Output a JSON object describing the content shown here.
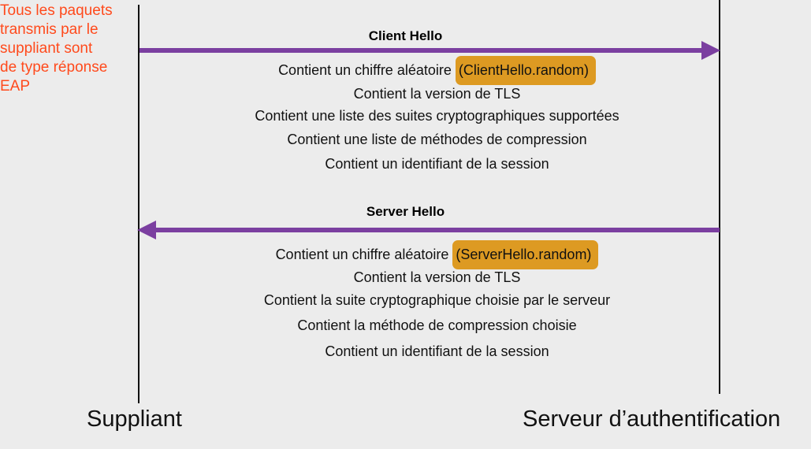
{
  "note": "Tous les paquets\ntransmis par le\nsuppliant sont\nde type réponse\nEAP",
  "parties": {
    "left": "Suppliant",
    "right": "Serveur d’authentification"
  },
  "client_hello": {
    "title": "Client Hello",
    "random_prefix": "Contient un chiffre aléatoire ",
    "random_field": "(ClientHello.random)",
    "lines": [
      "Contient la version de TLS",
      "Contient une liste des suites cryptographiques supportées",
      "Contient une liste de méthodes de compression",
      "Contient un identifiant de la session"
    ]
  },
  "server_hello": {
    "title": "Server Hello",
    "random_prefix": "Contient un chiffre aléatoire ",
    "random_field": "(ServerHello.random)",
    "lines": [
      "Contient la version de TLS",
      "Contient la suite cryptographique choisie par le serveur",
      "Contient la méthode de compression choisie",
      "Contient un identifiant de la session"
    ]
  },
  "colors": {
    "arrow": "#7b3fa0",
    "highlight": "#dd9a22",
    "note": "#ff4a1c"
  }
}
